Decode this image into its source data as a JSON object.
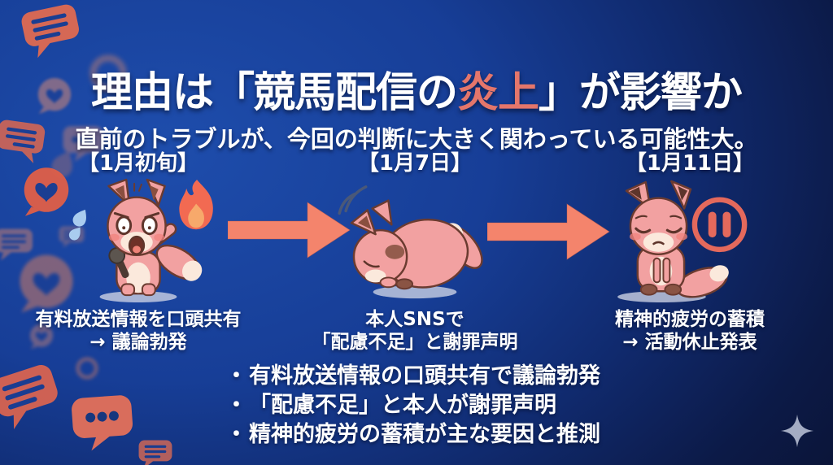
{
  "slide": {
    "title": {
      "prefix": "理由は「競馬配信の",
      "highlight": "炎上",
      "suffix": "」が影響か"
    },
    "subtitle": "直前のトラブルが、今回の判断に大きく関わっている可能性大。",
    "timeline": [
      {
        "date": "【1月初旬】",
        "illustration": "shocked-fox-with-microphone-and-fire",
        "caption": [
          "有料放送情報を口頭共有",
          "→ 議論勃発"
        ]
      },
      {
        "date": "【1月7日】",
        "illustration": "bowing-apologetic-fox",
        "caption": [
          "本人SNSで",
          "「配慮不足」と謝罪声明"
        ]
      },
      {
        "date": "【1月11日】",
        "illustration": "sad-fox-with-pause-icon",
        "caption": [
          "精神的疲労の蓄積",
          "→ 活動休止発表"
        ]
      }
    ],
    "bullets": {
      "marker": "・",
      "items": [
        "有料放送情報の口頭共有で議論勃発",
        "「配慮不足」と本人が謝罪声明",
        "精神的疲労の蓄積が主な要因と推測"
      ]
    },
    "colors": {
      "background_bright_blue": "#1E4DAC",
      "background_dark_navy": "#0A1231",
      "text_white": "#FFFFFF",
      "title_highlight_salmon": "#E4766B",
      "arrow_salmon": "#F4846C",
      "speech_bubble_salmon": "#E06A52",
      "fire_orange": "#F26A52",
      "pause_icon_salmon": "#E4695C",
      "fox_pink": "#F2A1A1",
      "sparkle_gray_blue": "#C6CDE0"
    }
  }
}
